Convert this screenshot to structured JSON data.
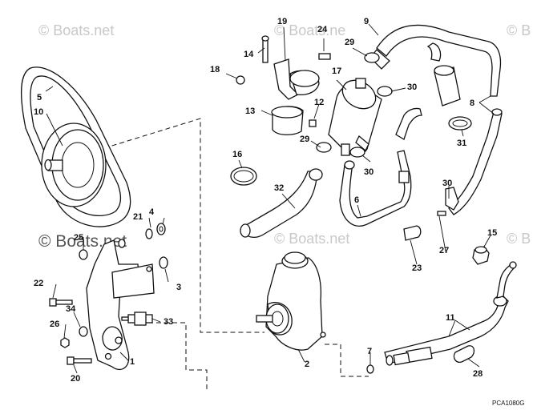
{
  "watermark": {
    "text": "© Boats.net",
    "text_partial": "© Boats.ne",
    "text_edge": "© B"
  },
  "callouts": {
    "c1": "1",
    "c2": "2",
    "c3": "3",
    "c4": "4",
    "c5": "5",
    "c6": "6",
    "c7": "7",
    "c8": "8",
    "c9": "9",
    "c10": "10",
    "c11": "11",
    "c12": "12",
    "c13": "13",
    "c14": "14",
    "c15": "15",
    "c16": "16",
    "c17": "17",
    "c18": "18",
    "c19": "19",
    "c20": "20",
    "c21": "21",
    "c22": "22",
    "c23": "23",
    "c24": "24",
    "c25": "25",
    "c26": "26",
    "c27": "27",
    "c28": "28",
    "c29a": "29",
    "c29b": "29",
    "c30a": "30",
    "c30b": "30",
    "c30c": "30",
    "c31": "31",
    "c32": "32",
    "c33": "33",
    "c34": "34"
  },
  "diagram_code": "PCA1080G"
}
